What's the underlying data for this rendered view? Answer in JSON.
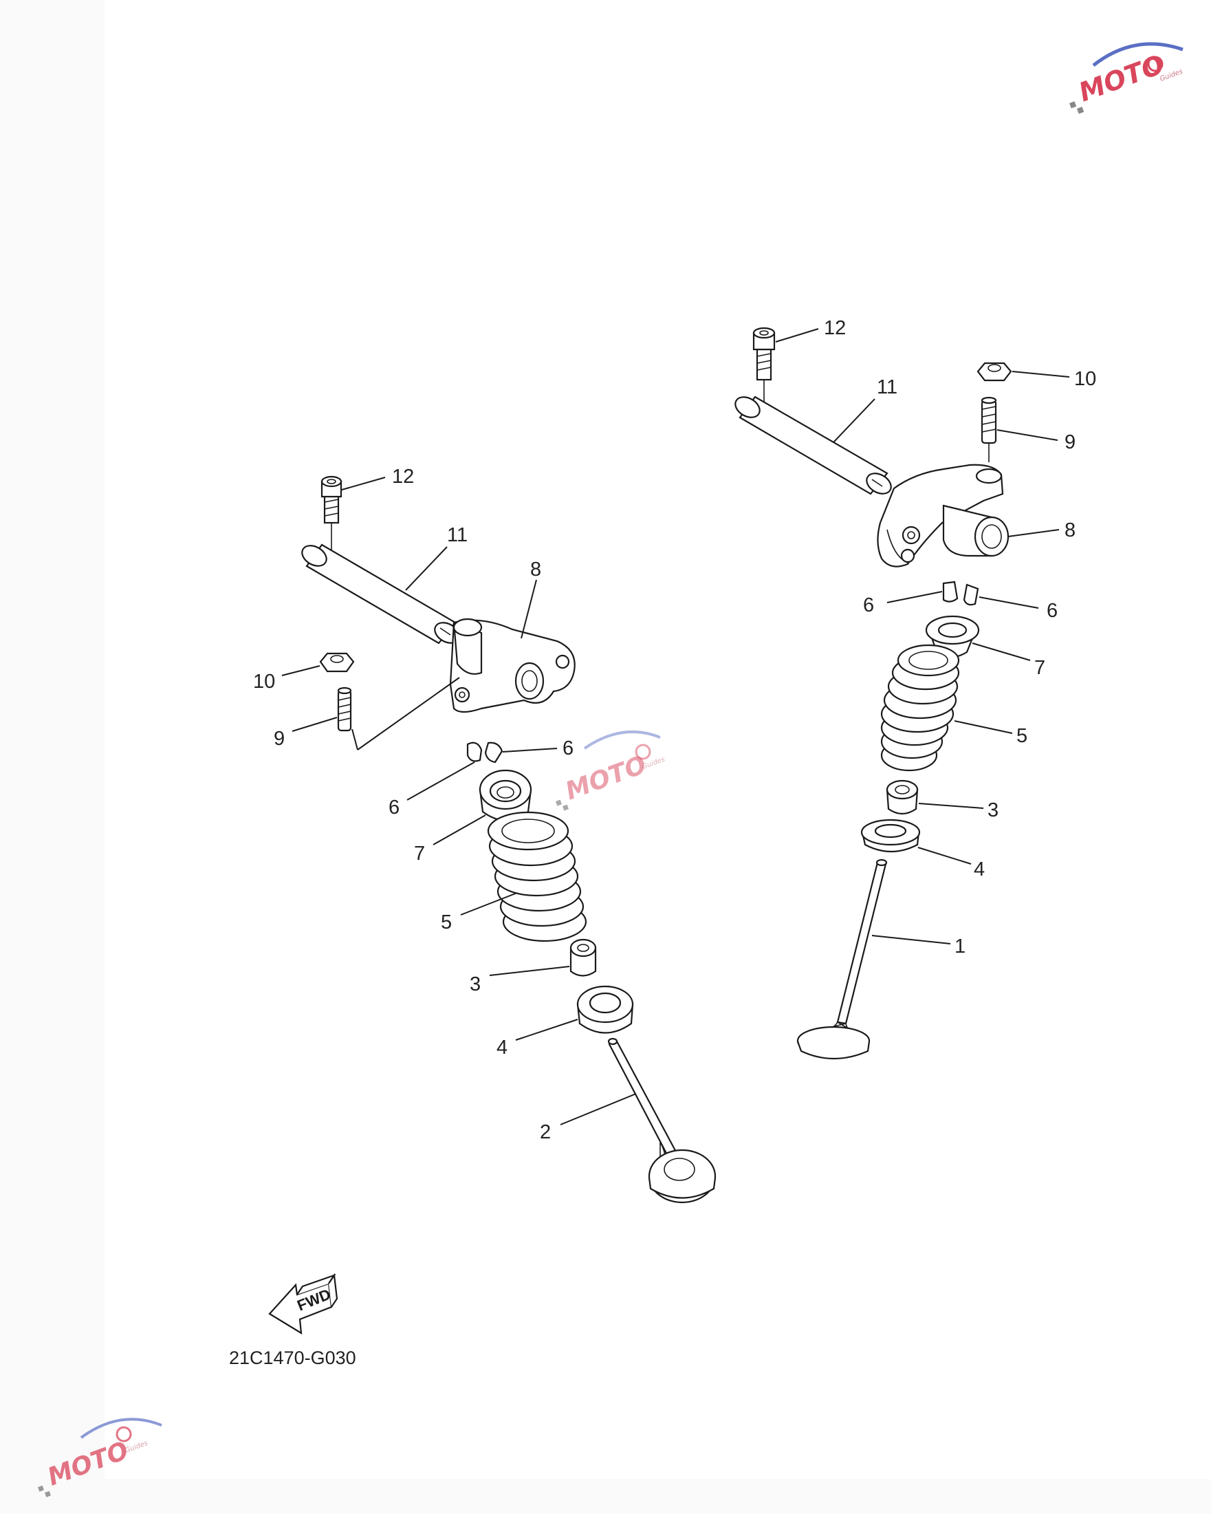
{
  "diagram": {
    "drawing_code": "21C1470-G030",
    "fwd_label": "FWD",
    "callouts_left": {
      "bolt": "12",
      "shaft": "11",
      "rocker_arm": "8",
      "nut": "10",
      "adjuster_screw": "9",
      "cotter_upper": "6",
      "cotter_lower": "6",
      "retainer": "7",
      "spring": "5",
      "stem_seal": "3",
      "spring_seat": "4",
      "valve": "2"
    },
    "callouts_right": {
      "bolt": "12",
      "shaft": "11",
      "nut": "10",
      "adjuster_screw": "9",
      "rocker_arm": "8",
      "cotter_left": "6",
      "cotter_right": "6",
      "retainer": "7",
      "spring": "5",
      "stem_seal": "3",
      "spring_seat": "4",
      "valve": "1"
    }
  },
  "watermark": {
    "text": "MOTO",
    "subtext": "Guides",
    "color": "#d9465c",
    "accent_color": "#5a6fc4"
  }
}
